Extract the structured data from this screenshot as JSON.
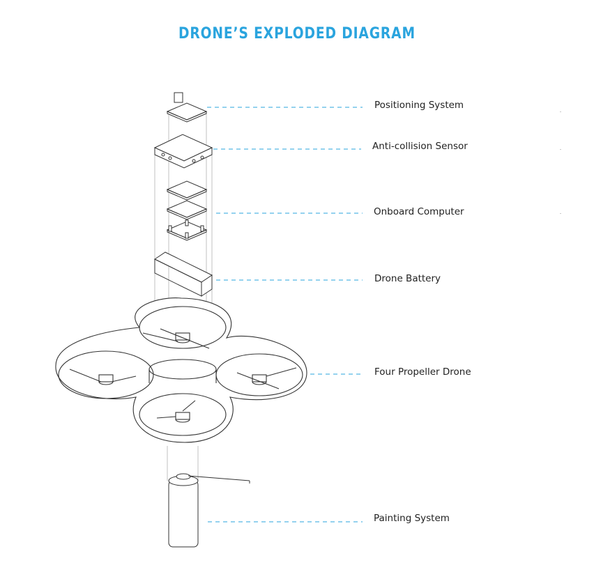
{
  "title": "DRONE’S EXPLODED DIAGRAM",
  "accent_color": "#2aa4de",
  "line_color": "#333333",
  "components": [
    {
      "label": "Positioning System"
    },
    {
      "label": "Anti-collision Sensor"
    },
    {
      "label": "Onboard Computer"
    },
    {
      "label": "Drone Battery"
    },
    {
      "label": "Four Propeller Drone"
    },
    {
      "label": "Painting System"
    }
  ]
}
